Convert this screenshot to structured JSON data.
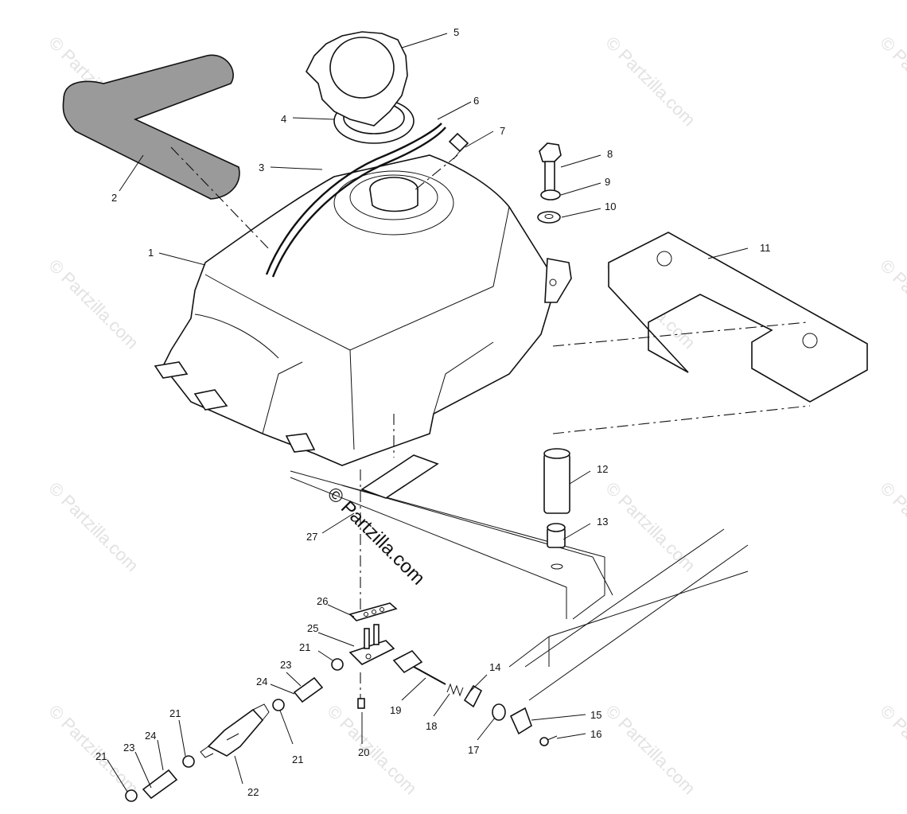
{
  "watermark": {
    "main": "© Partzilla.com",
    "tile": "© Partzilla.com"
  },
  "callouts": [
    {
      "id": "1",
      "text": "1"
    },
    {
      "id": "2",
      "text": "2"
    },
    {
      "id": "3",
      "text": "3"
    },
    {
      "id": "4",
      "text": "4"
    },
    {
      "id": "5",
      "text": "5"
    },
    {
      "id": "6",
      "text": "6"
    },
    {
      "id": "7",
      "text": "7"
    },
    {
      "id": "8",
      "text": "8"
    },
    {
      "id": "9",
      "text": "9"
    },
    {
      "id": "10",
      "text": "10"
    },
    {
      "id": "11",
      "text": "11"
    },
    {
      "id": "12",
      "text": "12"
    },
    {
      "id": "13",
      "text": "13"
    },
    {
      "id": "14",
      "text": "14"
    },
    {
      "id": "15",
      "text": "15"
    },
    {
      "id": "16",
      "text": "16"
    },
    {
      "id": "17",
      "text": "17"
    },
    {
      "id": "18",
      "text": "18"
    },
    {
      "id": "19",
      "text": "19"
    },
    {
      "id": "20",
      "text": "20"
    },
    {
      "id": "21a",
      "text": "21"
    },
    {
      "id": "21b",
      "text": "21"
    },
    {
      "id": "21c",
      "text": "21"
    },
    {
      "id": "21d",
      "text": "21"
    },
    {
      "id": "22",
      "text": "22"
    },
    {
      "id": "23a",
      "text": "23"
    },
    {
      "id": "23b",
      "text": "23"
    },
    {
      "id": "24a",
      "text": "24"
    },
    {
      "id": "24b",
      "text": "24"
    },
    {
      "id": "25",
      "text": "25"
    },
    {
      "id": "26",
      "text": "26"
    },
    {
      "id": "27",
      "text": "27"
    }
  ]
}
